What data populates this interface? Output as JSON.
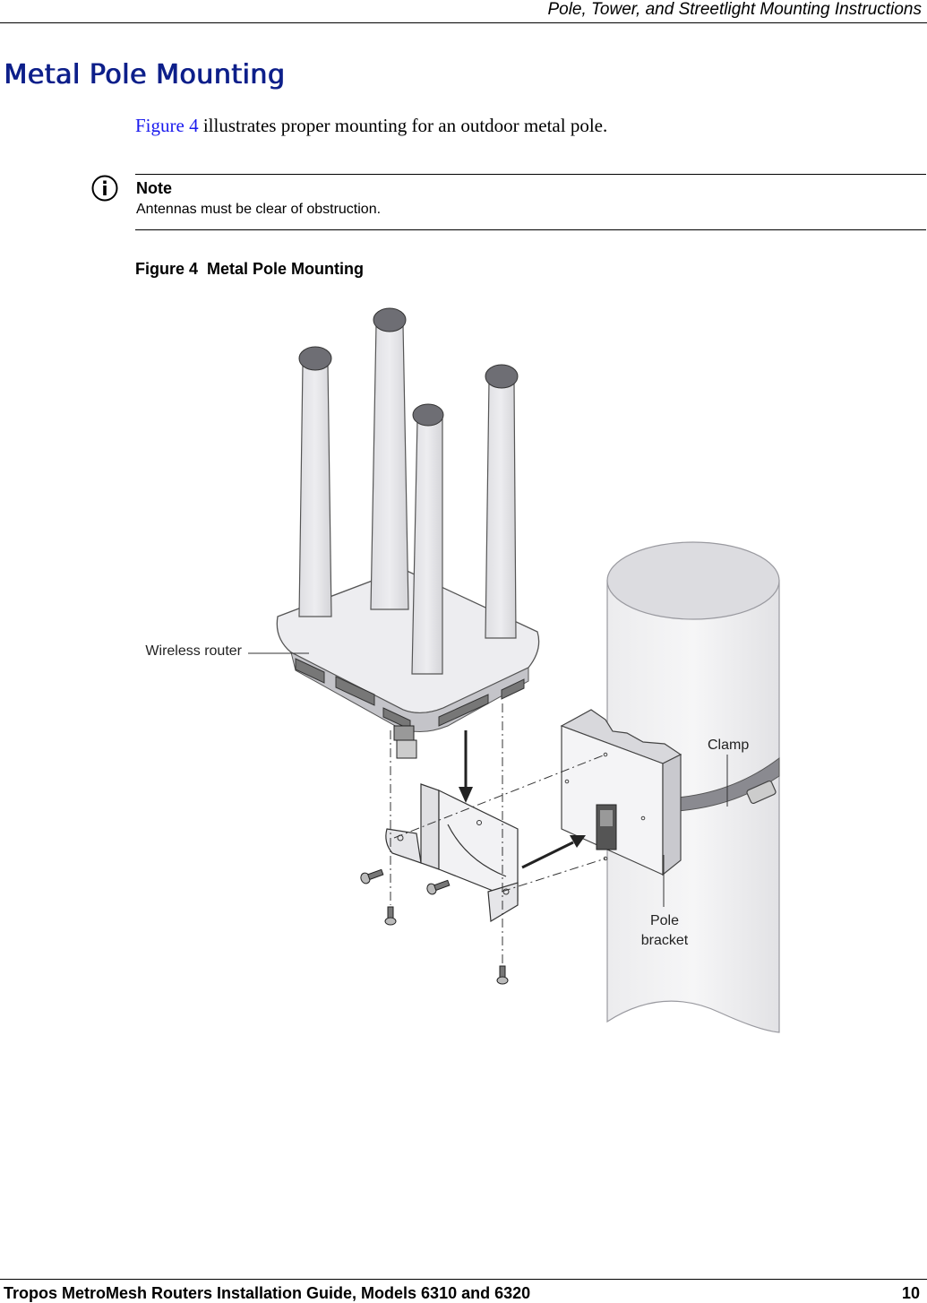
{
  "header": {
    "title": "Pole, Tower, and Streetlight Mounting Instructions"
  },
  "section": {
    "title": "Metal Pole Mounting"
  },
  "intro": {
    "link": "Figure 4",
    "text": " illustrates proper mounting for an outdoor metal pole."
  },
  "note": {
    "icon": "info-icon",
    "title": "Note",
    "body": "Antennas must be clear of obstruction."
  },
  "figure": {
    "caption_number": "Figure 4",
    "caption_title": "Metal Pole Mounting",
    "labels": {
      "wireless_router": "Wireless router",
      "clamp": "Clamp",
      "pole_line1": "Pole",
      "pole_line2": "bracket"
    }
  },
  "footer": {
    "title": "Tropos MetroMesh Routers Installation Guide, Models 6310 and 6320",
    "page": "10"
  },
  "colors": {
    "heading": "#0d1f8a",
    "link": "#1a1aee"
  }
}
